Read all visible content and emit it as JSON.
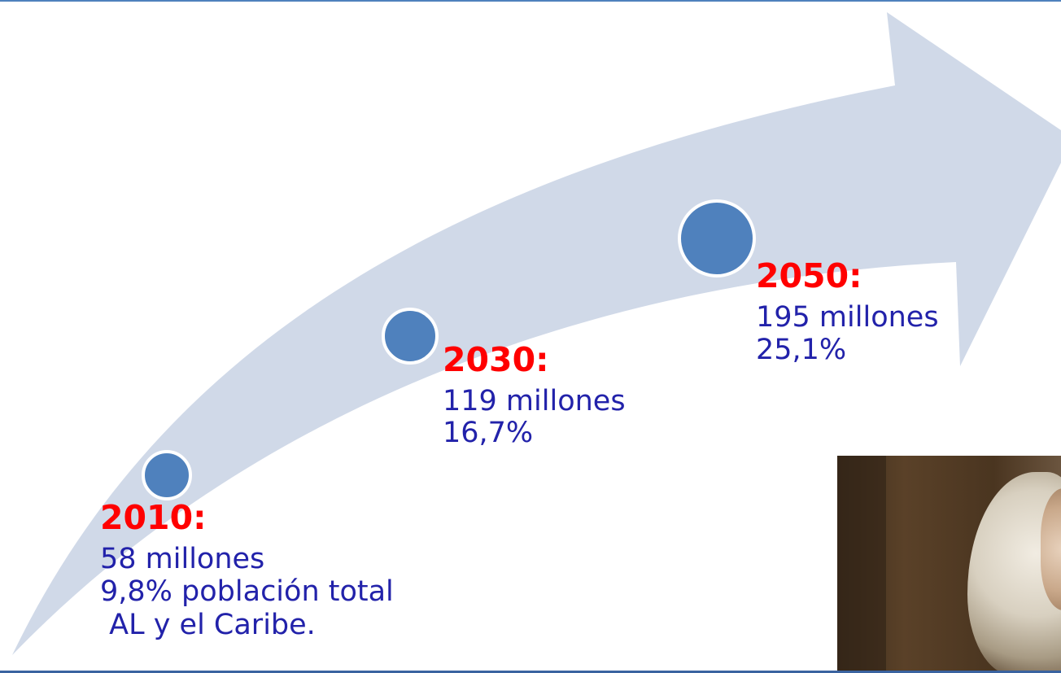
{
  "milestones": [
    {
      "year": "2010:",
      "lines": [
        "58 millones",
        "9,8% población total",
        " AL y el Caribe."
      ]
    },
    {
      "year": "2030:",
      "lines": [
        "119 millones",
        "16,7%"
      ]
    },
    {
      "year": "2050:",
      "lines": [
        "195 millones",
        "25,1%"
      ]
    }
  ],
  "colors": {
    "arrow_fill": "#d0d9e8",
    "dot_fill": "#4f81bd",
    "year_text": "#ff0000",
    "detail_text": "#2222aa",
    "rule": "#4f81bd"
  },
  "photo": {
    "description_icon": "elderly-person-photo"
  }
}
